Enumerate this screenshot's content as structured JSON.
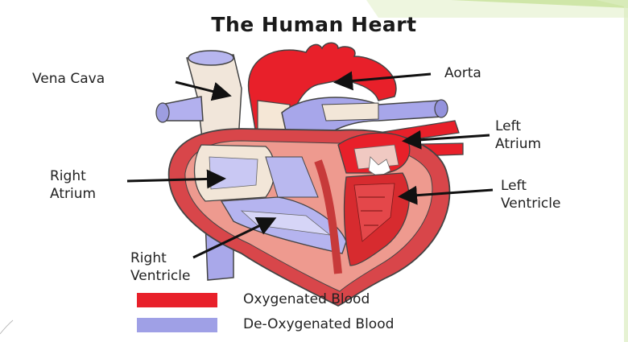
{
  "title": "The Human Heart",
  "labels": {
    "vena_cava": "Vena Cava",
    "aorta": "Aorta",
    "left_atrium_1": "Left",
    "left_atrium_2": "Atrium",
    "right_atrium_1": "Right",
    "right_atrium_2": "Atrium",
    "left_ventricle_1": "Left",
    "left_ventricle_2": "Ventricle",
    "right_ventricle_1": "Right",
    "right_ventricle_2": "Ventricle"
  },
  "legend": [
    {
      "label": "Oxygenated Blood",
      "color": "#e8202a"
    },
    {
      "label": "De-Oxygenated Blood",
      "color": "#9fa0e6"
    }
  ],
  "colors": {
    "oxygenated": "#e8202a",
    "deoxygenated": "#9fa0e6",
    "muscle": "#e98a82",
    "accent_corner": "#c8e39a"
  }
}
